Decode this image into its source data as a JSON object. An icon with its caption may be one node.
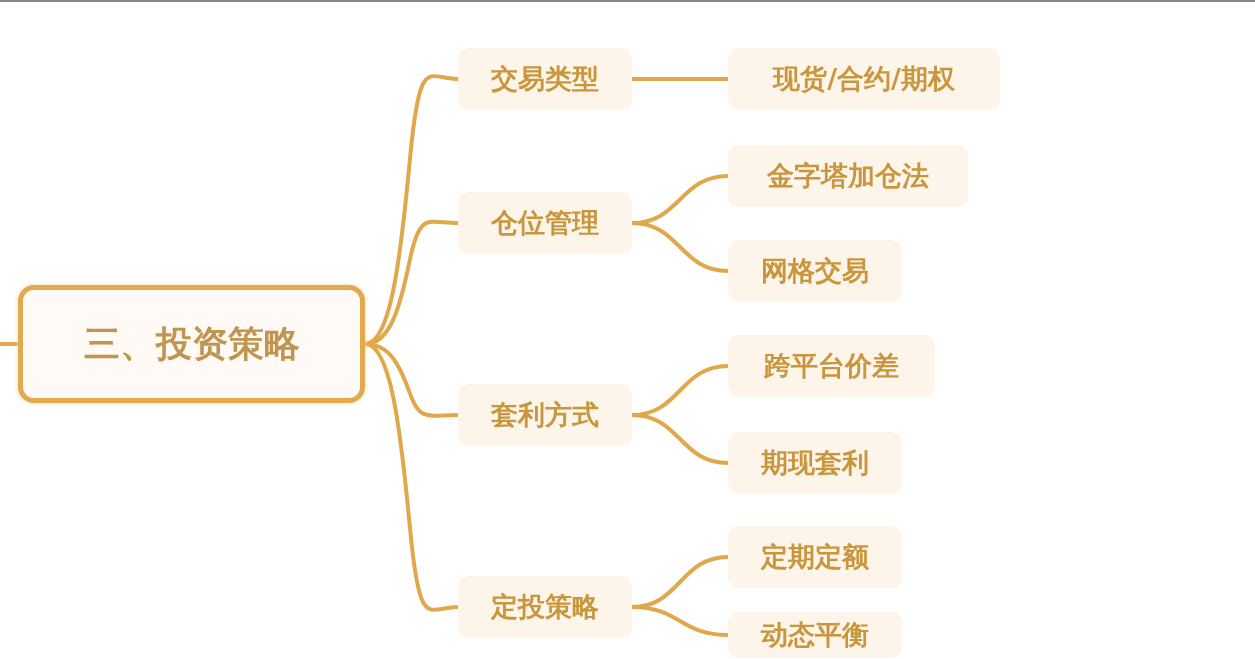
{
  "diagram": {
    "nodes": [
      {
        "text": [
          "三、投资策略"
        ]
      },
      {
        "text": [
          "交易类型"
        ]
      },
      {
        "text": [
          "现货/合约/期权"
        ]
      },
      {
        "text": [
          "仓位管理"
        ]
      },
      {
        "text": [
          "金字塔加仓法"
        ]
      },
      {
        "text": [
          "网格交易"
        ]
      },
      {
        "text": [
          "套利方式"
        ]
      },
      {
        "text": [
          "跨平台价差"
        ]
      },
      {
        "text": [
          "期现套利"
        ]
      },
      {
        "text": [
          "定投策略"
        ]
      },
      {
        "text": [
          "定期定额"
        ]
      },
      {
        "text": [
          "动态平衡"
        ]
      }
    ],
    "edges": [
      {
        "from": null,
        "to": 0,
        "arrow": "none"
      },
      {
        "from": 0,
        "to": 1,
        "arrow": "none"
      },
      {
        "from": 0,
        "to": 3,
        "arrow": "none"
      },
      {
        "from": 0,
        "to": 6,
        "arrow": "none"
      },
      {
        "from": 0,
        "to": 9,
        "arrow": "none"
      },
      {
        "from": 1,
        "to": 2,
        "arrow": "none"
      },
      {
        "from": 3,
        "to": 4,
        "arrow": "none"
      },
      {
        "from": 3,
        "to": 5,
        "arrow": "none"
      },
      {
        "from": 6,
        "to": 7,
        "arrow": "none"
      },
      {
        "from": 6,
        "to": 8,
        "arrow": "none"
      },
      {
        "from": 9,
        "to": 10,
        "arrow": "none"
      },
      {
        "from": 9,
        "to": 11,
        "arrow": "none"
      }
    ]
  }
}
